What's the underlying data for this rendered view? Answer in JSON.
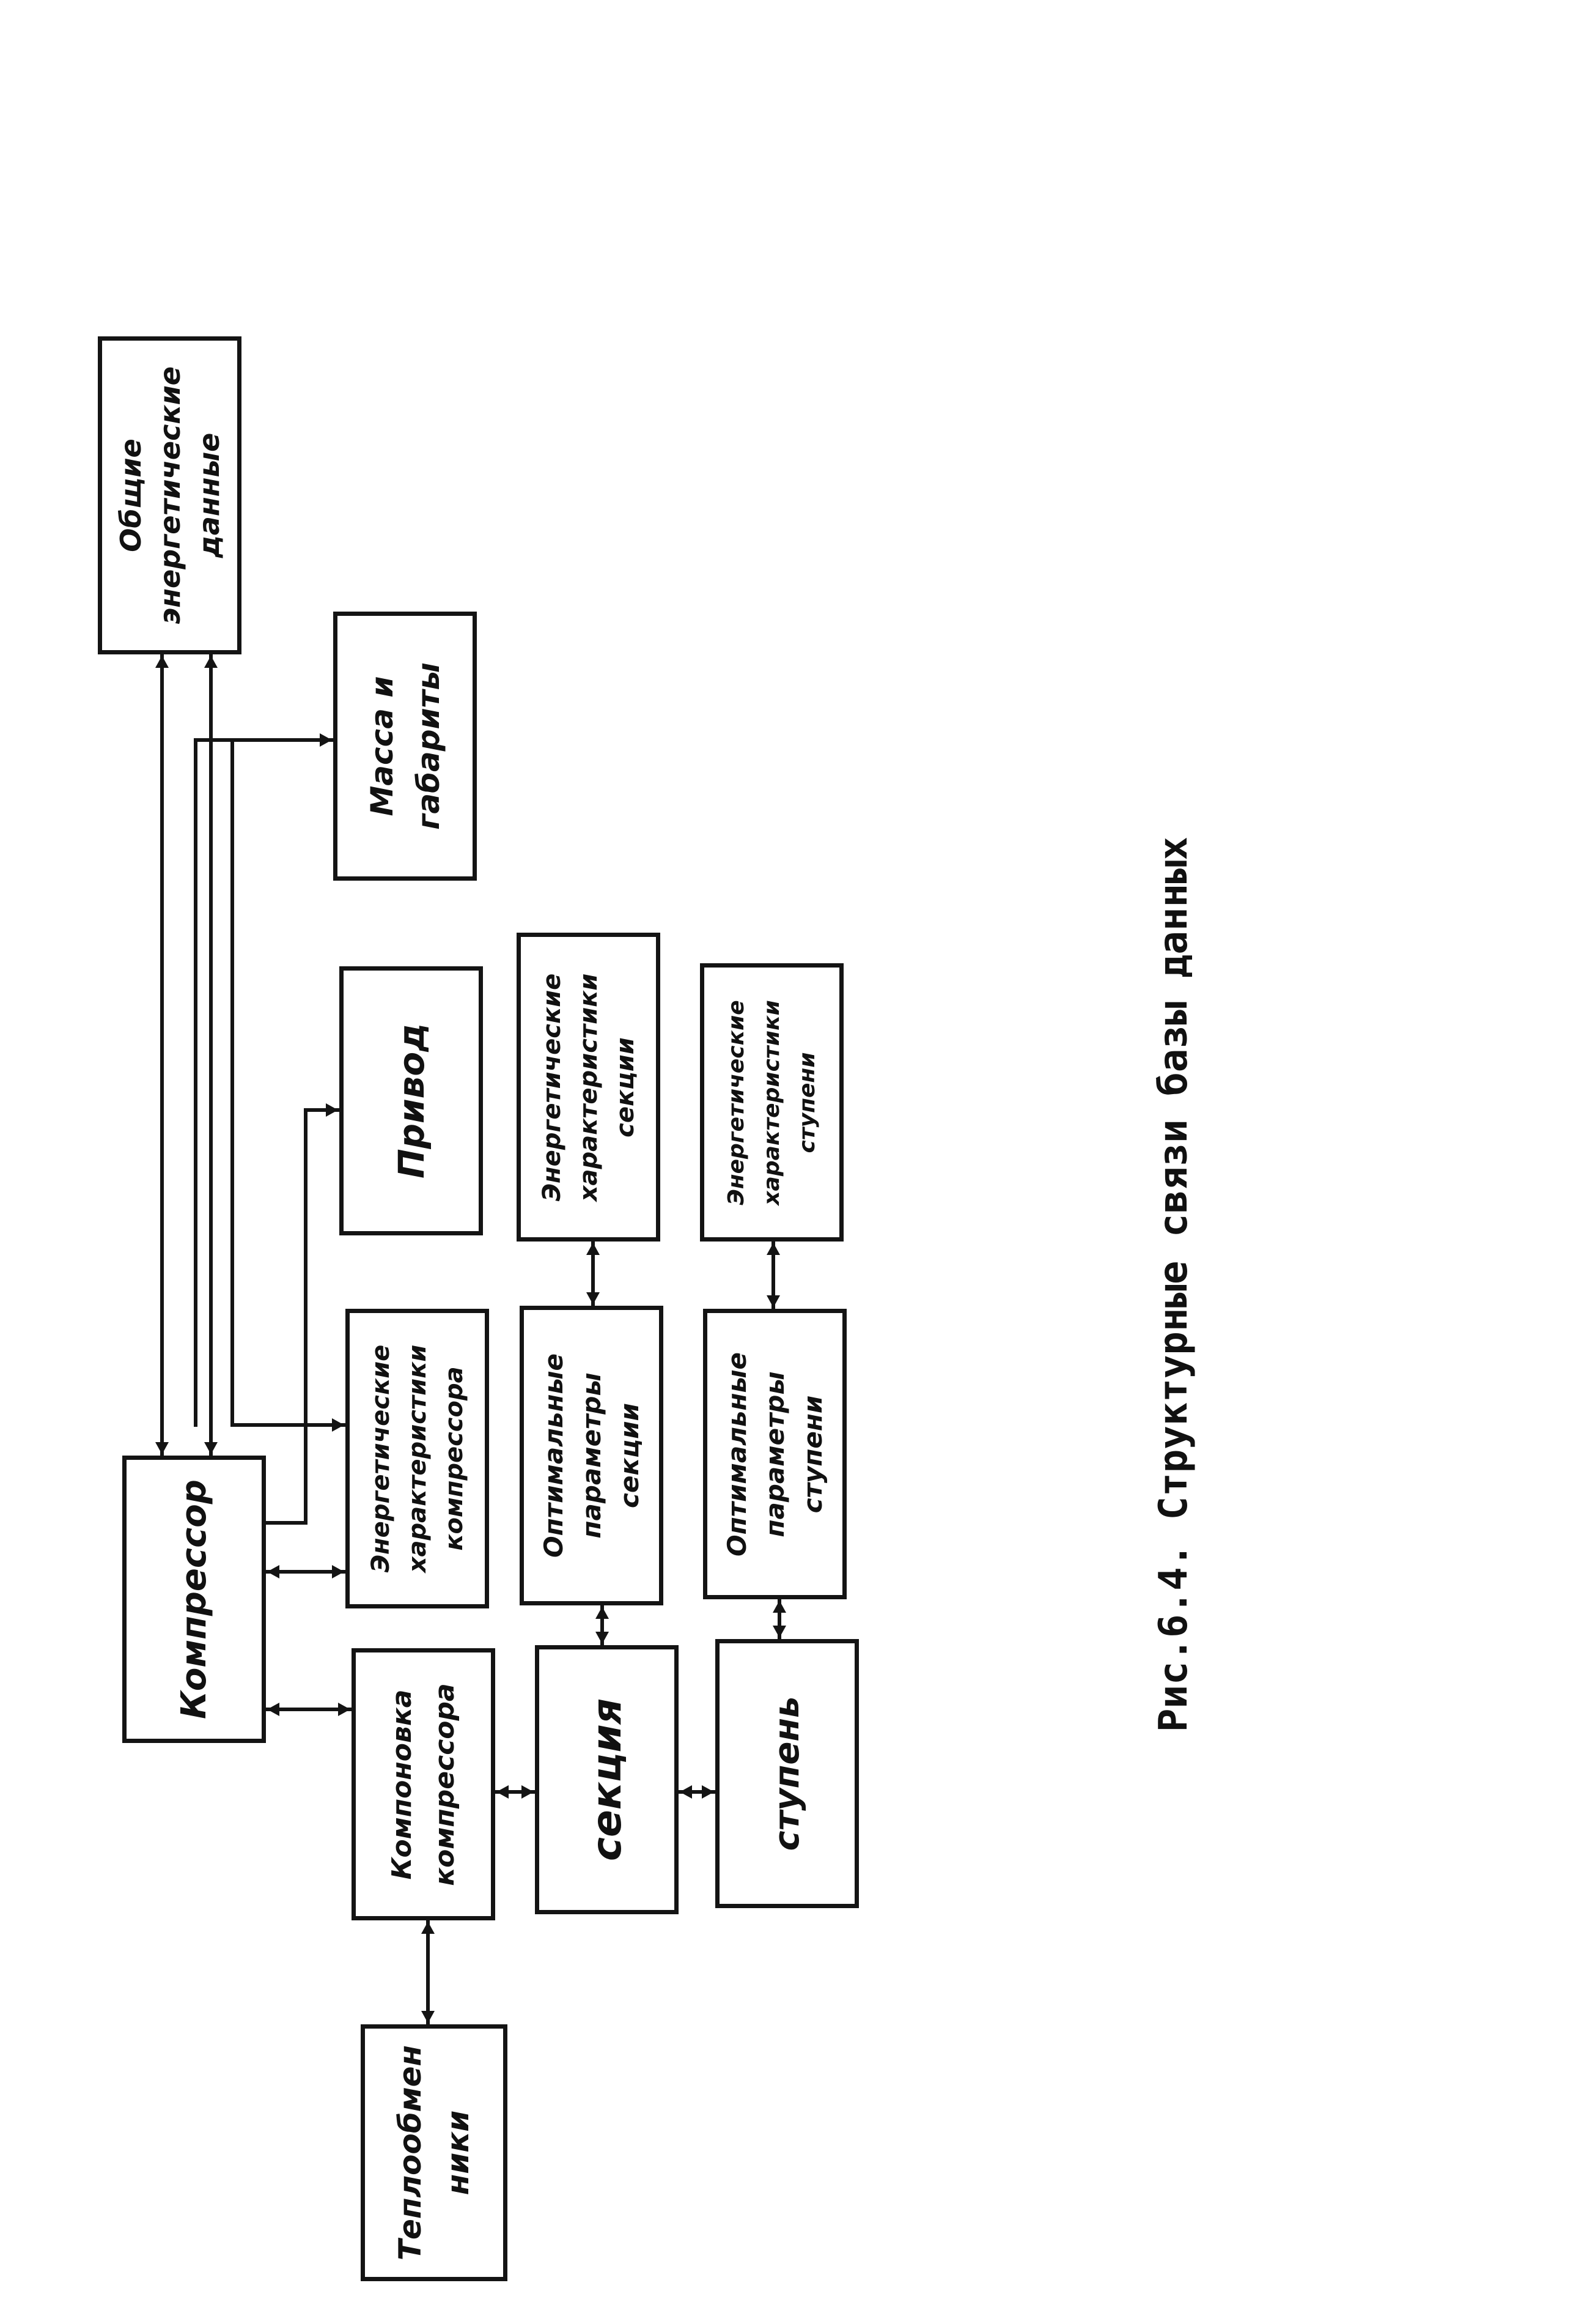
{
  "diagram": {
    "blocks": {
      "general_energy_data": [
        "Общие",
        "энергетические",
        "данные"
      ],
      "mass_dimensions": [
        "Масса и",
        "габариты"
      ],
      "drive": [
        "Привод"
      ],
      "compressor": [
        "Компрессор"
      ],
      "compressor_energy_characteristics": [
        "Энергетические",
        "характеристики",
        "компрессора"
      ],
      "compressor_layout": [
        "Компоновка",
        "компрессора"
      ],
      "section_energy_characteristics": [
        "Энергетические",
        "характеристики",
        "секции"
      ],
      "section_optimal_parameters": [
        "Оптимальные",
        "параметры",
        "секции"
      ],
      "section": [
        "секция"
      ],
      "stage_energy_characteristics": [
        "Энергетические",
        "характеристики",
        "ступени"
      ],
      "stage_optimal_parameters": [
        "Оптимальные",
        "параметры",
        "ступени"
      ],
      "stage": [
        "ступень"
      ],
      "heat_exchangers": [
        "Теплообмен",
        "ники"
      ]
    },
    "caption": "Рис.6.4. Структурные связи базы данных",
    "line_color": "#141414"
  }
}
